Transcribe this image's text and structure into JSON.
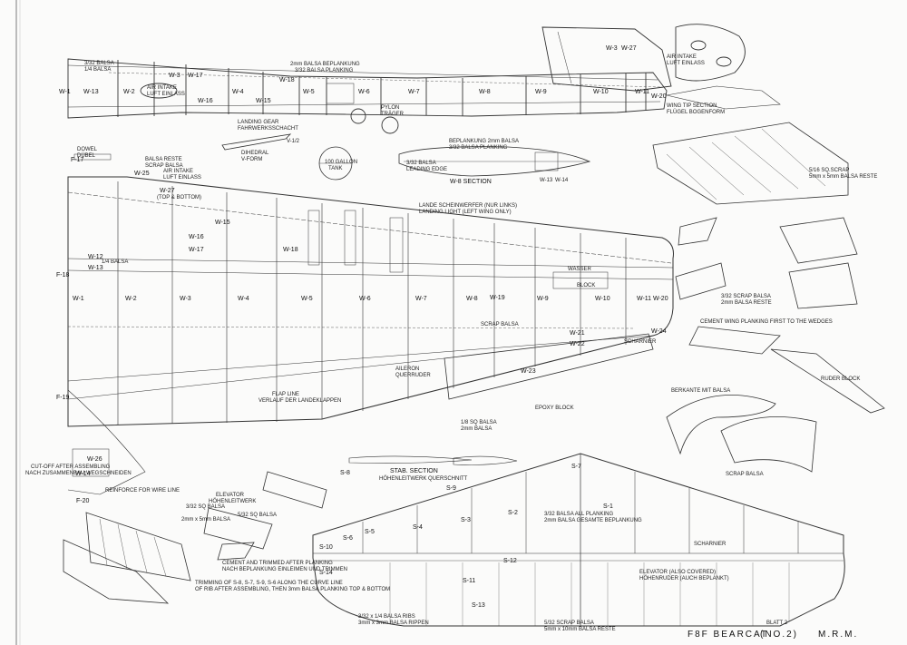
{
  "sheet": {
    "title": "F8F BEARCAT",
    "subtitle": "(NO.2)",
    "sheet_no": "BLATT 2",
    "author": "M.R.M."
  },
  "wing_top": {
    "ribs": [
      "W-1",
      "W-13",
      "W-2",
      "W-3",
      "W-17",
      "W-16",
      "W-4",
      "W-15",
      "W-18",
      "W-5",
      "W-6",
      "W-7",
      "W-8",
      "W-9",
      "W-10",
      "W-11",
      "W-20"
    ],
    "notes": [
      "2mm BALSA BEPLANKUNG",
      "3/32 BALSA PLANKING",
      "AIR INTAKE",
      "LUFT EINLASS",
      "LANDING GEAR",
      "FAHRWERKSSCHACHT",
      "PYLON",
      "TRÄGER",
      "3/32 BALSA",
      "1/4 BALSA"
    ]
  },
  "wingtip": {
    "ribs": [
      "W-3",
      "W-27"
    ],
    "notes": [
      "AIR INTAKE",
      "LUFT EINLASS",
      "WING TIP SECTION",
      "FLÜGEL BOGENFORM"
    ]
  },
  "misc_top": {
    "notes": [
      "DIHEDRAL",
      "V-FORM",
      "100 GALLON",
      "TANK",
      "DOWEL",
      "DÜBEL",
      "V-1/2"
    ]
  },
  "w8_section": {
    "title": "W-8 SECTION",
    "notes": [
      "BEPLANKUNG 2mm BALSA",
      "3/32 BALSA PLANKING",
      "3/32 BALSA",
      "LEADING EDGE",
      "W-13",
      "W-14"
    ]
  },
  "wing_main": {
    "ribs": [
      "W-1",
      "W-2",
      "W-3",
      "W-4",
      "W-5",
      "W-6",
      "W-7",
      "W-8",
      "W-9",
      "W-10",
      "W-11",
      "W-12",
      "W-13",
      "W-14",
      "W-15",
      "W-16",
      "W-17",
      "W-18",
      "W-19",
      "W-20",
      "W-21",
      "W-22",
      "W-23",
      "W-24",
      "W-25",
      "W-26",
      "W-27"
    ],
    "formers": [
      "F-17",
      "F-18",
      "F-19",
      "F-20"
    ],
    "notes": [
      "AIR INTAKE",
      "LUFT EINLASS",
      "(TOP & BOTTOM)",
      "SCRAP BALSA",
      "BALSA RESTE",
      "LANDE SCHEINWERFER (NUR LINKS)",
      "LANDING LIGHT (LEFT WING ONLY)",
      "FLAP LINE",
      "VERLAUF DER LANDEKLAPPEN",
      "1/4 BALSA",
      "SCRAP BALSA",
      "WASSER",
      "BLOCK",
      "EPOXY BLOCK",
      "1/8 SQ BALSA",
      "SCHARNIER",
      "AILERON",
      "QUERRUDER",
      "2mm BALSA",
      "CUT-OFF AFTER ASSEMBLING",
      "NACH ZUSAMMENBAU WEGSCHNEIDEN",
      "REINFORCE FOR WIRE LINE"
    ]
  },
  "stab": {
    "title": "STAB. SECTION",
    "subtitle": "HÖHENLEITWERK QUERSCHNITT",
    "ribs": [
      "S-1",
      "S-2",
      "S-3",
      "S-4",
      "S-5",
      "S-6",
      "S-7",
      "S-8",
      "S-9",
      "S-10",
      "S-11",
      "S-12",
      "S-13",
      "S-14"
    ],
    "notes": [
      "3/32 BALSA ALL PLANKING",
      "2mm BALSA GESAMTE BEPLANKUNG",
      "SCHARNIER",
      "ELEVATOR (ALSO COVERED)",
      "HÖHENRUDER (AUCH BEPLANKT)",
      "5/32 SCRAP BALSA",
      "3mm x 3mm BALSA RIPPEN",
      "3/32 x 1/4 BALSA RIBS",
      "5mm x 10mm BALSA RESTE"
    ]
  },
  "right_panels": {
    "notes": [
      "5/16 SQ.SCRAP",
      "5mm x 5mm BALSA RESTE",
      "3/32 SCRAP BALSA",
      "2mm BALSA RESTE",
      "CEMENT WING PLANKING FIRST TO THE WEDGES",
      "BERKANTE MIT BALSA",
      "SCRAP BALSA",
      "RUDER BLOCK"
    ]
  },
  "bottom_notes": {
    "notes": [
      "ELEVATOR",
      "HÖHENLEITWERK",
      "3/32 SQ BALSA",
      "5/32 SQ BALSA",
      "2mm x 5mm BALSA",
      "CEMENT AND TRIMMED AFTER PLANKING",
      "NACH BEPLANKUNG EINLEIMEN UND TRIMMEN",
      "TRIMMING OF S-8, S-7, S-9, S-6 ALONG THE CURVE LINE",
      "OF RIB AFTER ASSEMBLING, THEN 3mm BALSA PLANKING TOP & BOTTOM"
    ]
  }
}
